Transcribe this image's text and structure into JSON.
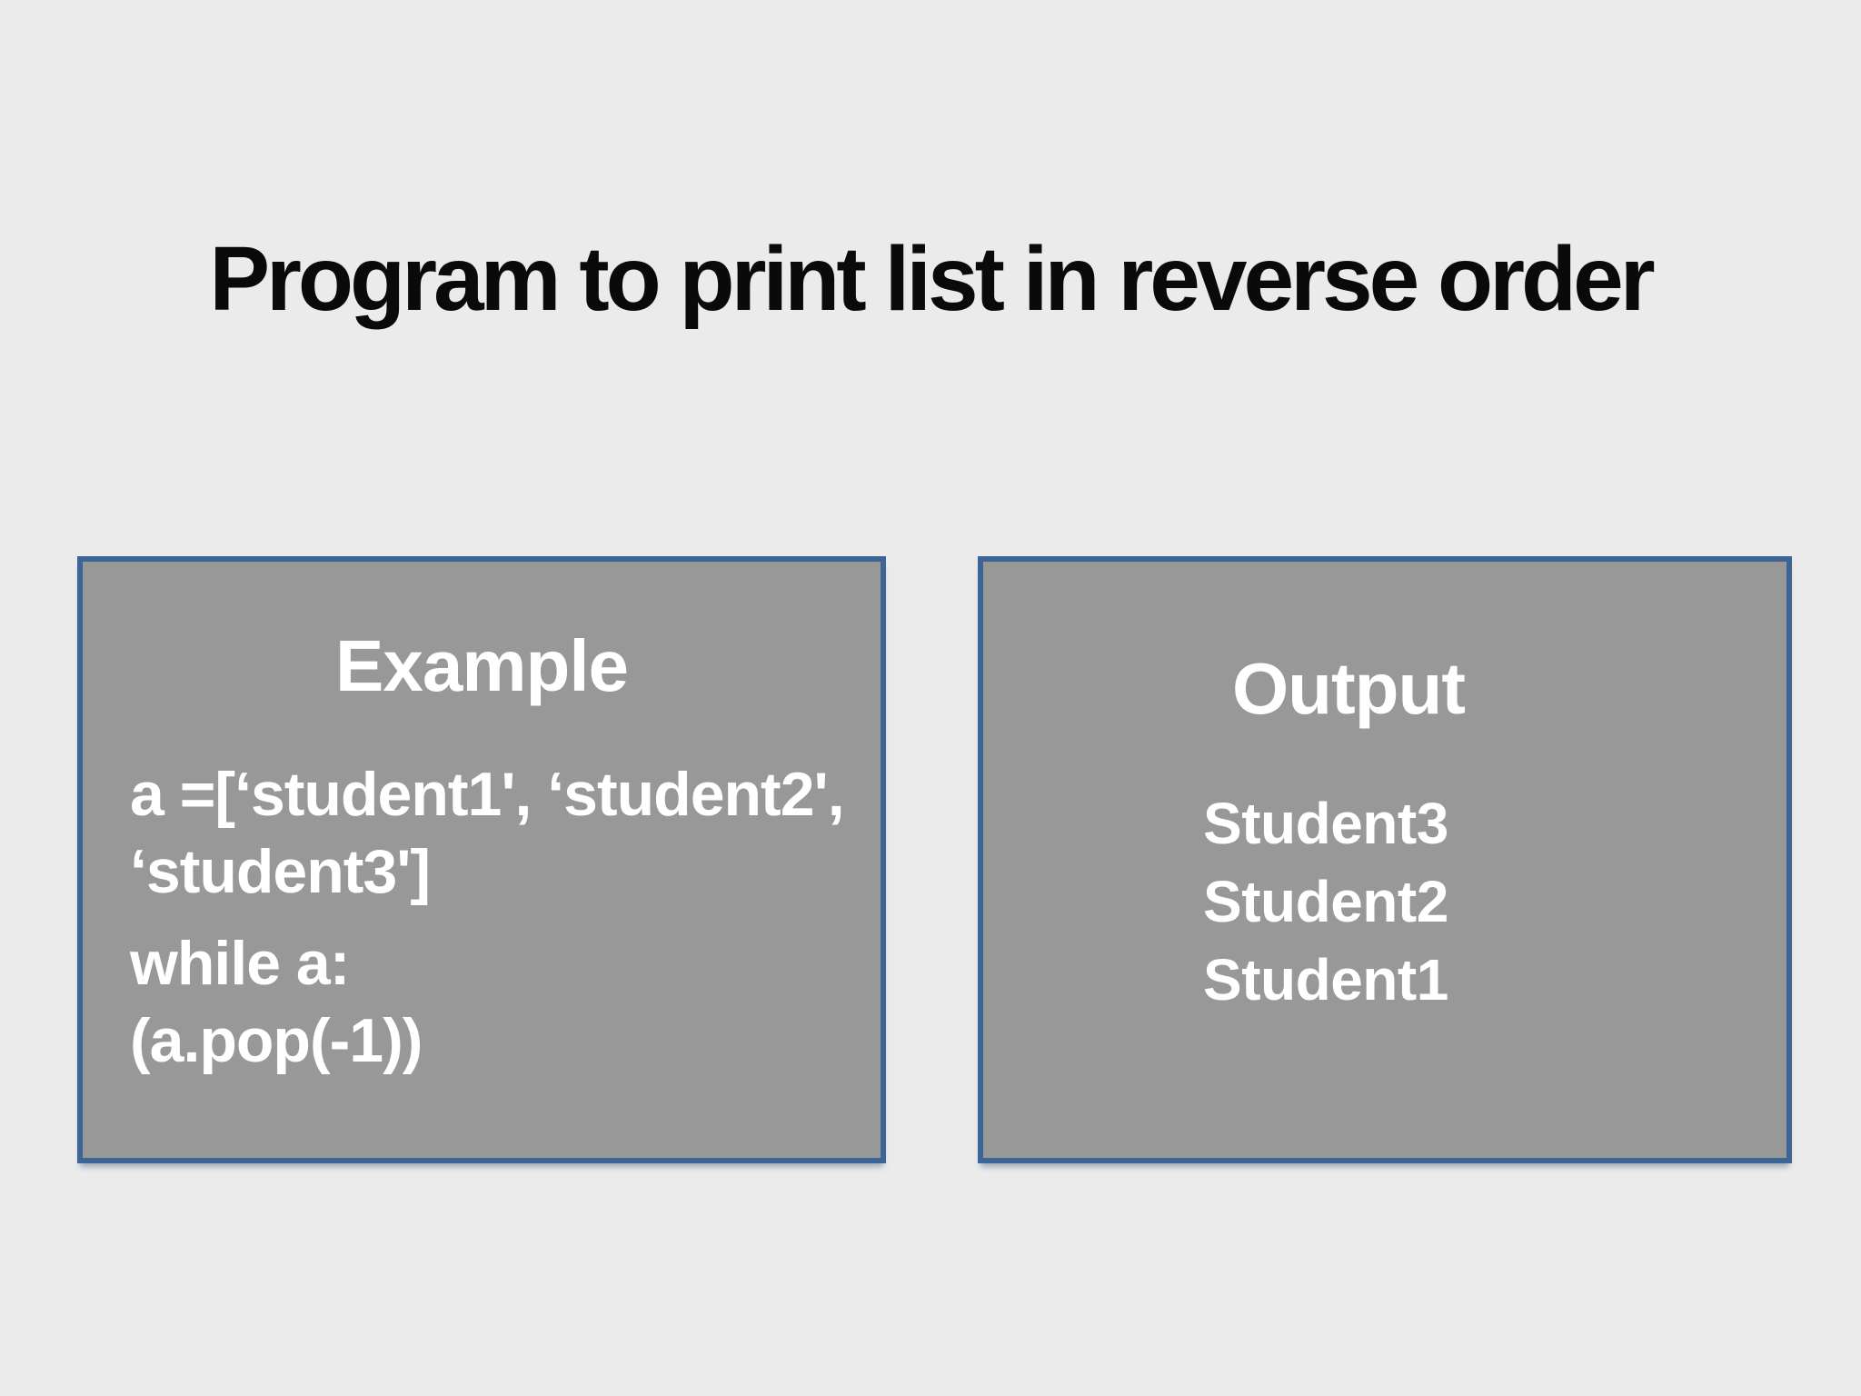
{
  "slide": {
    "title": "Program to print list in reverse order",
    "example_box": {
      "heading": "Example",
      "code": {
        "line1": "a =[‘student1', ‘student2',",
        "line2": "‘student3']",
        "line3": "while a:",
        "line4": "(a.pop(-1))"
      }
    },
    "output_box": {
      "heading": "Output",
      "lines": [
        "Student3",
        "Student2",
        "Student1"
      ]
    },
    "colors": {
      "background": "#ebebeb",
      "box_fill": "#989898",
      "box_border": "#3c6495",
      "title_text": "#0a0a0a",
      "box_text": "#ffffff"
    }
  }
}
